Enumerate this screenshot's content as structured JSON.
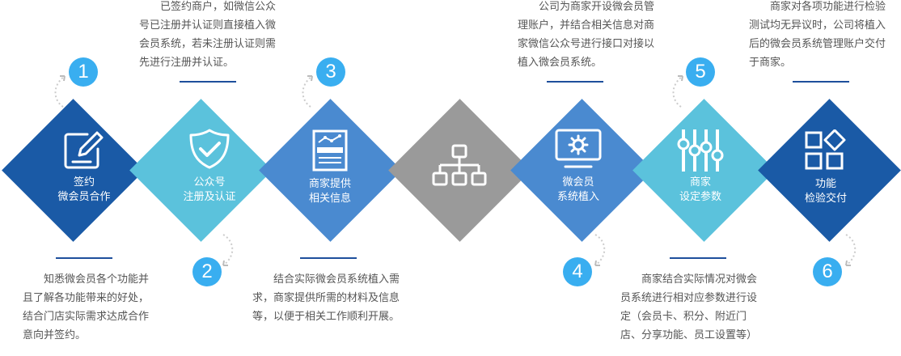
{
  "steps": [
    {
      "number": "1",
      "label_1": "签约",
      "label_2": "微会员合作",
      "icon": "edit-pen-icon",
      "color": "#1a5aa6",
      "description": "知悉微会员各个功能并且了解各功能带来的好处，结合门店实际需求达成合作意向并签约。"
    },
    {
      "number": "2",
      "label_1": "公众号",
      "label_2": "注册及认证",
      "icon": "shield-check-icon",
      "color": "#5bc2dc",
      "description": "已签约商户，如微信公众号已注册并认证则直接植入微会员系统，若未注册认证则需先进行注册并认证。"
    },
    {
      "number": "3",
      "label_1": "商家提供",
      "label_2": "相关信息",
      "icon": "document-chart-icon",
      "color": "#4a8ad0",
      "description": "结合实际微会员系统植入需求，商家提供所需的材料及信息等，以便于相关工作顺利开展。"
    },
    {
      "number": "",
      "label_1": "",
      "label_2": "",
      "icon": "hierarchy-icon",
      "color": "#9a9a9a",
      "description": ""
    },
    {
      "number": "4",
      "label_1": "微会员",
      "label_2": "系统植入",
      "icon": "monitor-gear-icon",
      "color": "#4a8ad0",
      "description": "公司为商家开设微会员管理账户，并结合相关信息对商家微信公众号进行接口对接以植入微会员系统。"
    },
    {
      "number": "5",
      "label_1": "商家",
      "label_2": "设定参数",
      "icon": "sliders-icon",
      "color": "#5bc2dc",
      "description": "商家结合实际情况对微会员系统进行相对应参数进行设定（会员卡、积分、附近门店、分享功能、员工设置等）"
    },
    {
      "number": "6",
      "label_1": "功能",
      "label_2": "检验交付",
      "icon": "grid-shapes-icon",
      "color": "#1a5aa6",
      "description": "商家对各项功能进行检验测试均无异议时，公司将植入后的微会员系统管理账户交付于商家。"
    }
  ]
}
